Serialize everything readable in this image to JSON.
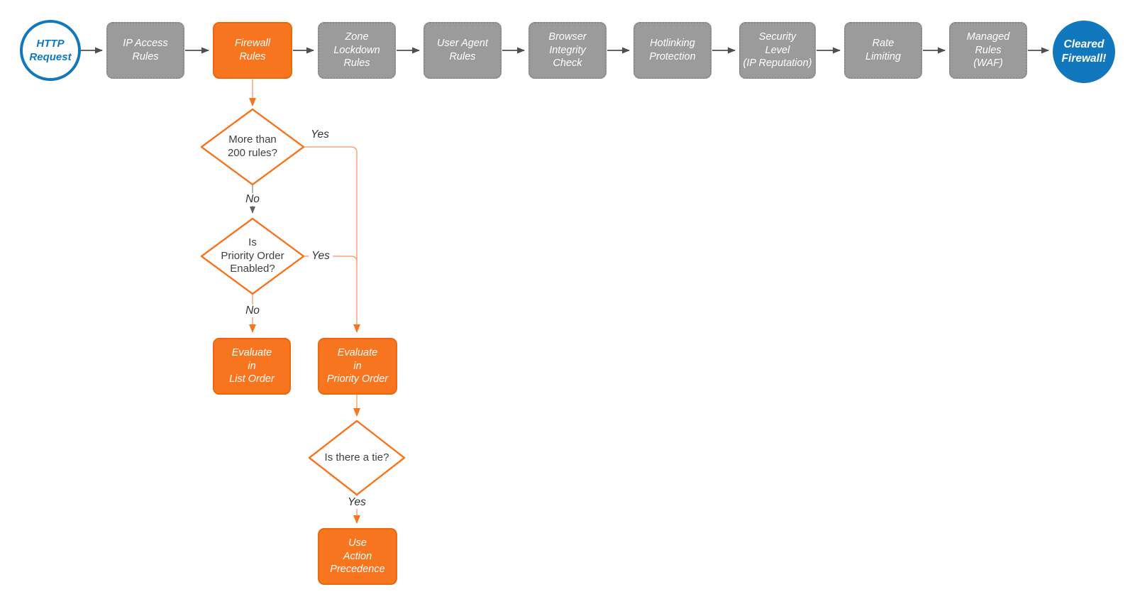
{
  "diagram": {
    "background": "#FFFFFF",
    "colors": {
      "accent_orange": "#F8751F",
      "connector_orange_light": "#F9A37B",
      "node_gray_fill": "#9B9B9B",
      "node_gray_border": "#878787",
      "accent_blue": "#1278BD",
      "connector_gray_dark": "#4F4F4F",
      "connector_gray_light": "#9B9B9B",
      "text_dark": "#404040",
      "text_white": "#FFFFFF"
    }
  },
  "pipeline": {
    "start": {
      "label": "HTTP\nRequest"
    },
    "stages": [
      {
        "label": "IP Access\nRules"
      },
      {
        "label": "Firewall\nRules"
      },
      {
        "label": "Zone\nLockdown\nRules"
      },
      {
        "label": "User Agent\nRules"
      },
      {
        "label": "Browser\nIntegrity\nCheck"
      },
      {
        "label": "Hotlinking\nProtection"
      },
      {
        "label": "Security\nLevel\n(IP Reputation)"
      },
      {
        "label": "Rate\nLimiting"
      },
      {
        "label": "Managed\nRules\n(WAF)"
      }
    ],
    "end": {
      "label": "Cleared\nFirewall!"
    }
  },
  "branch": {
    "decision_rule_count": {
      "label": "More than\n200 rules?",
      "yes_label": "Yes",
      "no_label": "No"
    },
    "decision_priority_order": {
      "label": "Is\nPriority Order\nEnabled?",
      "yes_label": "Yes",
      "no_label": "No"
    },
    "decision_tie": {
      "label": "Is there a tie?",
      "yes_label": "Yes"
    },
    "action_list_order": {
      "label": "Evaluate\nin\nList Order"
    },
    "action_priority_order": {
      "label": "Evaluate\nin\nPriority Order"
    },
    "action_precedence": {
      "label": "Use\nAction\nPrecedence"
    }
  }
}
